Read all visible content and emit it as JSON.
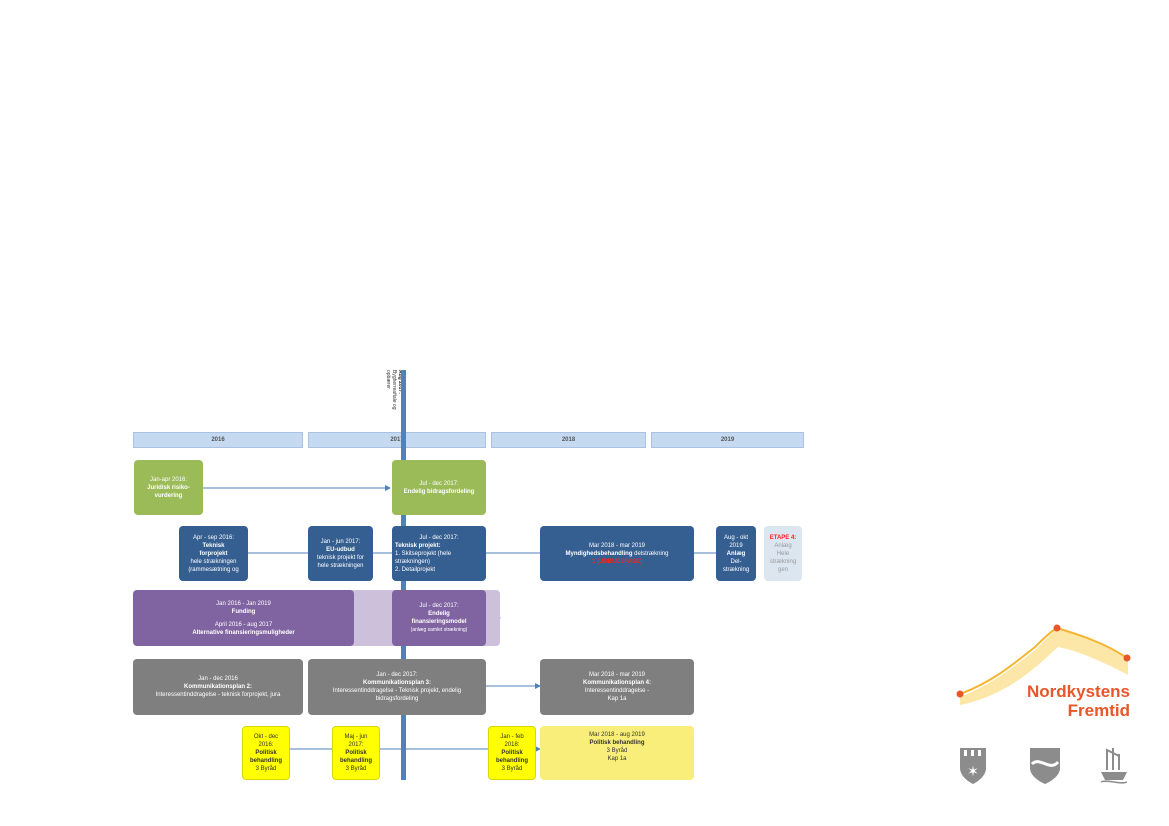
{
  "milestone": {
    "line1": "Aug 2017:",
    "line2": "Bygherreaftale og",
    "line3": "opbærer"
  },
  "years": [
    "2016",
    "2017",
    "2018",
    "2019"
  ],
  "rows": {
    "juridisk": {
      "date": "Jan-apr 2016:",
      "title1": "Juridisk risiko-",
      "title2": "vurdering"
    },
    "bidrag": {
      "date": "Jul - dec 2017:",
      "title": "Endelig bidragsfordeling"
    },
    "teknisk_forprojekt": {
      "date": "Apr - sep 2016:",
      "title1": "Teknisk",
      "title2": "forprojekt",
      "desc1": "hele strækningen",
      "desc2": "(rammesætning og"
    },
    "eu_udbud": {
      "date": "Jan - jun 2017:",
      "title": "EU-udbud",
      "desc1": "teknisk projekt for",
      "desc2": "hele strækningen"
    },
    "teknisk_projekt": {
      "date": "Jul - dec 2017:",
      "title": "Teknisk projekt:",
      "l1": "1. Skitseprojekt (hele",
      "l2": "strækningen)",
      "l3": "2. Detailprojekt"
    },
    "myndighed": {
      "date": "Mar 2018 - mar 2019",
      "title": "Myndighedsbehandling",
      "desc": "delstrækning",
      "red": "1 (UDBUDSFASE)"
    },
    "anlaeg": {
      "date": "Aug - okt",
      "year": "2019",
      "title": "Anlæg",
      "d1": "Del-",
      "d2": "strækning"
    },
    "etape": {
      "title": "ETAPE 4:",
      "d1": "Anlæg",
      "d2": "Hele",
      "d3": "strækning",
      "d4": "gen"
    },
    "funding": {
      "date": "Jan 2016 - Jan 2019",
      "title": "Funding",
      "date2": "April 2016 - aug 2017",
      "title2": "Alternative finansieringsmuligheder"
    },
    "finans": {
      "date": "Jul - dec 2017:",
      "title1": "Endelig",
      "title2": "finansieringsmodel",
      "desc": "(anlæg samlet strækning)"
    },
    "komm2": {
      "date": "Jan - dec 2016",
      "title": "Kommunikationsplan 2:",
      "desc": "Interessentinddragelse - teknisk forprojekt, jura"
    },
    "komm3": {
      "date": "Jan - dec 2017:",
      "title": "Kommunikationsplan 3:",
      "desc1": "Interessentinddragelse - Teknisk projekt, endelig",
      "desc2": "bidragsfordeling"
    },
    "komm4": {
      "date": "Mar 2018 - mar 2019",
      "title": "Kommunikationsplan 4:",
      "desc1": "Interessentinddragelse -",
      "desc2": "Kap 1a"
    },
    "pol1": {
      "d1": "Okt - dec",
      "d2": "2016:",
      "t1": "Politisk",
      "t2": "behandling",
      "desc": "3 Byråd"
    },
    "pol2": {
      "d1": "Maj - jun",
      "d2": "2017:",
      "t1": "Politisk",
      "t2": "behandling",
      "desc": "3 Byråd"
    },
    "pol3": {
      "d1": "Jan - feb",
      "d2": "2018:",
      "t1": "Politisk",
      "t2": "behandling",
      "desc": "3 Byråd"
    },
    "pol4": {
      "date": "Mar 2018 - aug 2019",
      "title": "Politisk behandling",
      "desc1": "3 Byråd",
      "desc2": "Kap 1a"
    }
  },
  "logo": {
    "line1": "Nordkystens",
    "line2": "Fremtid"
  },
  "colors": {
    "accent": "#e8562a",
    "hill": "#f5b532",
    "timeline": "#4f81bd"
  }
}
